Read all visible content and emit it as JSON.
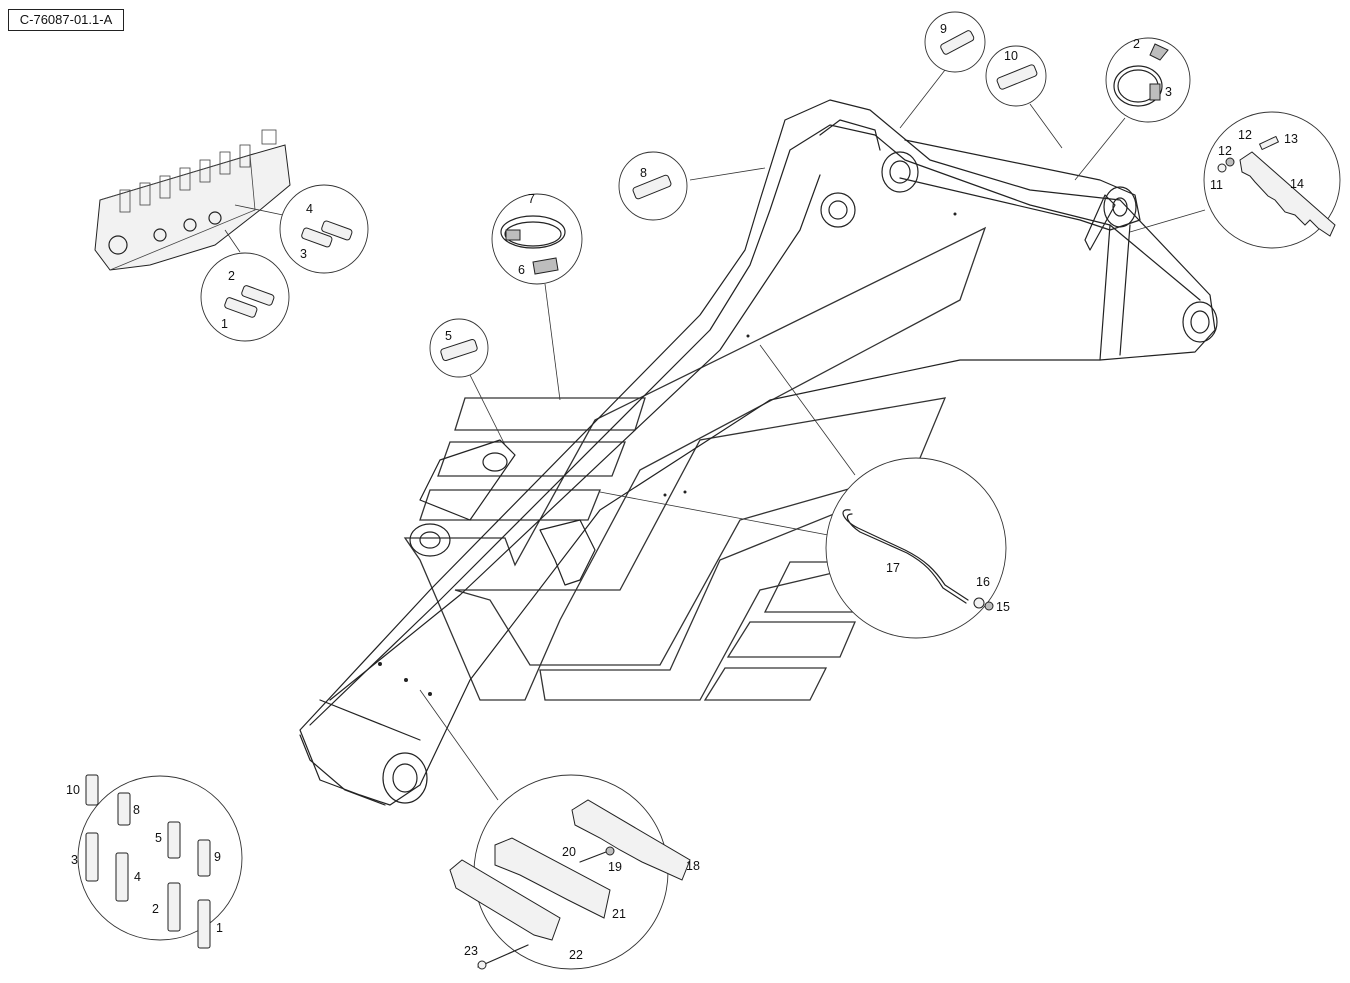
{
  "reference_code": "C-76087-01.1-A",
  "callouts": {
    "valve_upper": {
      "a": "4",
      "b": "3"
    },
    "valve_lower": {
      "a": "2",
      "b": "1"
    },
    "fit8": "8",
    "fit9": "9",
    "fit10": "10",
    "clamp_top": {
      "a": "2",
      "b": "3"
    },
    "clamp_mid": {
      "a": "7",
      "b": "6"
    },
    "fit5": "5",
    "bracket": {
      "a": "12",
      "b": "13",
      "c": "12",
      "d": "11",
      "e": "14"
    },
    "hose": {
      "a": "17",
      "b": "16",
      "c": "15"
    },
    "fit_set": {
      "a": "10",
      "b": "8",
      "c": "5",
      "d": "9",
      "e": "3",
      "f": "4",
      "g": "2",
      "h": "1"
    },
    "clamp_block": {
      "a": "20",
      "b": "19",
      "c": "18",
      "d": "21",
      "e": "23",
      "f": "22"
    }
  }
}
